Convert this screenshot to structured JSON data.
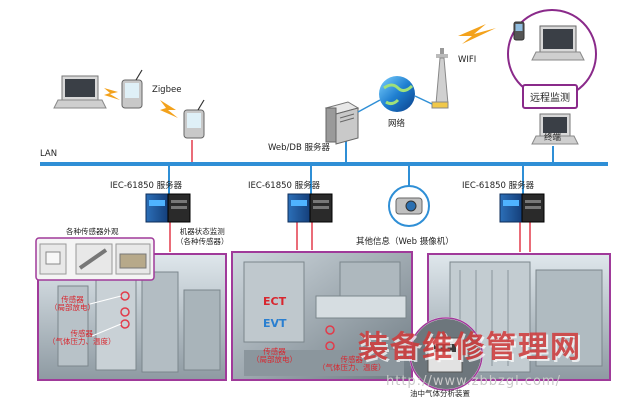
{
  "network": {
    "zigbee": "Zigbee",
    "wifi": "WIFI",
    "lan": "LAN",
    "network_label": "网络",
    "server_label": "Web/DB 服务器",
    "terminal_label": "终端",
    "remote_monitoring": "远程监测"
  },
  "servers": [
    {
      "label": "IEC-61850 服务器"
    },
    {
      "label": "IEC-61850 服务器"
    },
    {
      "label": "IEC-61850 服务器"
    }
  ],
  "sensors": {
    "appearance_label": "各种传感器外观",
    "machine_monitoring_1": "机器状态监测",
    "machine_monitoring_2": "（各种传感器）",
    "sensor_pd_1": "传感器",
    "sensor_pd_2": "（局部放电）",
    "sensor_gas_1": "传感器",
    "sensor_gas_2": "（气体压力、温度）",
    "ect": "ECT",
    "evt": "EVT",
    "sensor2_pd_1": "传感器",
    "sensor2_pd_2": "（局部放电）",
    "sensor2_gas_1": "传感器",
    "sensor2_gas_2": "（气体压力、温度）"
  },
  "camera_label": "其他信息（Web 摄像机）",
  "oil_gas_label": "油中气体分析装置",
  "watermark": {
    "text": "装备维修管理网",
    "url": "http://www.zbbzgl.com/"
  },
  "colors": {
    "lan_line": "#2f8fd6",
    "signal_line": "#e23b4a",
    "photo_border": "#a03a9a",
    "server_blue": "#1d5ea8"
  }
}
